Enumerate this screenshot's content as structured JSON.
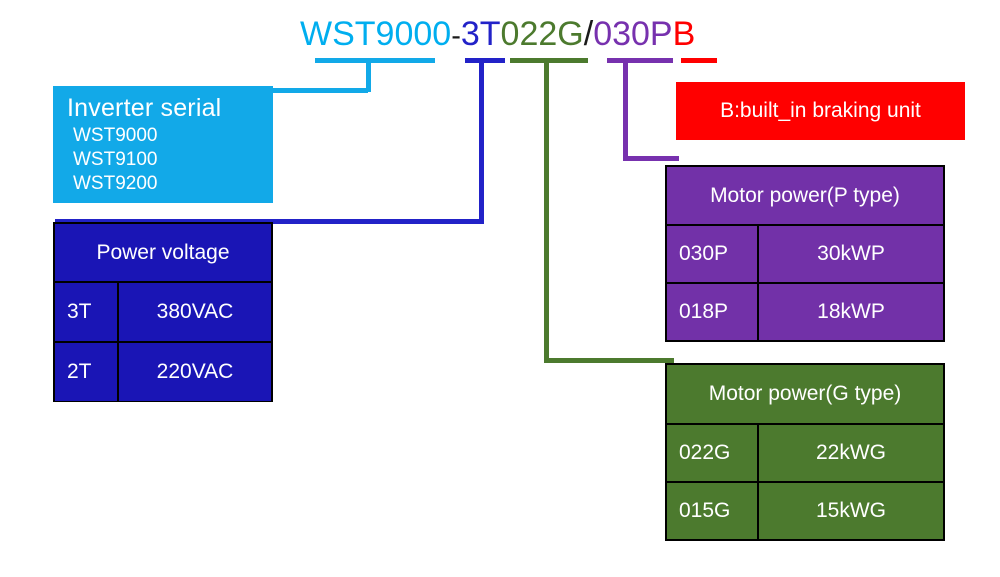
{
  "code": {
    "serial": "WST9000",
    "dash": "-",
    "voltage": "3T",
    "gtype": "022G",
    "slash": "/",
    "ptype": "030P",
    "brake": "B"
  },
  "colors": {
    "serial": "#00AEEF",
    "voltage": "#2222C8",
    "gtype": "#4C7A2E",
    "ptype": "#7731AE",
    "brake": "#FF0000",
    "text_dark": "#1a1a1a"
  },
  "serial_box": {
    "title": "Inverter serial",
    "items": [
      "WST9000",
      "WST9100",
      "WST9200"
    ]
  },
  "brake_box": {
    "title": "B:built_in braking unit"
  },
  "voltage_table": {
    "header": "Power voltage",
    "rows": [
      {
        "code": "3T",
        "value": "380VAC"
      },
      {
        "code": "2T",
        "value": "220VAC"
      }
    ]
  },
  "ptype_table": {
    "header": "Motor power(P type)",
    "rows": [
      {
        "code": "030P",
        "value": "30kWP"
      },
      {
        "code": "018P",
        "value": "18kWP"
      }
    ]
  },
  "gtype_table": {
    "header": "Motor power(G type)",
    "rows": [
      {
        "code": "022G",
        "value": "22kWG"
      },
      {
        "code": "015G",
        "value": "15kWG"
      }
    ]
  }
}
